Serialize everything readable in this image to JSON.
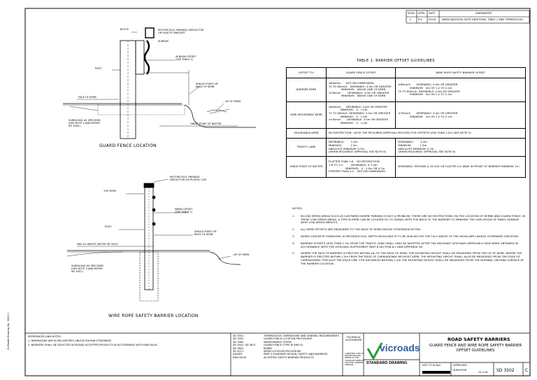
{
  "revision_table": {
    "headers": [
      "ISSUE",
      "APPD",
      "DATE",
      "AMENDMENT"
    ],
    "rows": [
      [
        "C",
        "R.E.",
        "05/16",
        "WRSB ADDITION, NOTE ADDITIONS, TABLE 1 AND TERMINOLOGY"
      ]
    ]
  },
  "gfl": {
    "caption": "GUARD FENCE LOCATION",
    "labels": {
      "block": "BLOCK",
      "mc_deflector": "MOTORCYCLE FRIENDLY DEFLECTOR\nOR PLASTIC BRACKET",
      "wbeam": "W-BEAM",
      "post": "POST",
      "wbeam_offset": "W-BEAM OFFSET\n(SEE TABLE 1)",
      "face_kerb": "FACE OF KERB",
      "single_point": "SINGLE POINT OR\nBACK OF KERB",
      "lip": "LIP OF KERB",
      "surfacing": "SURFACING AS SPECIFIED\n(SEE NOTE 3 AND REFER\nSD 3502)",
      "hinge": "HINGE POINT OF BATTER"
    }
  },
  "wrsb": {
    "caption": "WIRE ROPE SAFETY BARRIER LOCATION",
    "labels": {
      "mc_deflector": "MOTORCYCLE FRIENDLY\nDEFLECTOR OR PLASTIC CAP",
      "top_rope": "TOP ROPE",
      "wrsb_offset": "WRSB OFFSET\n(SEE TABLE 1)",
      "post": "POST",
      "single_point": "SINGLE POINT OR\nBACK OF KERB",
      "min_width": "MIN 1m WIDTH (REFER SD 3502)",
      "lip": "LIP OF KERB",
      "surfacing": "SURFACING AS SPECIFIED\n(SEE NOTE 3 AND REFER\nSD 3501)"
    }
  },
  "table1": {
    "title": "TABLE 1: BARRIER OFFSET GUIDELINES",
    "headers": [
      "OFFSET TO:",
      "GUARD FENCE OFFSET",
      "WIRE ROPE SAFETY BARRIER OFFSET"
    ],
    "rows": [
      [
        "BARRIER KERB",
        "≥60km/h      NOT RECOMMENDED\n70 TO 80km/h   DESIRABLE: 4.0m OR GREATER\n               MINIMUM:   ABOVE LINE OF KERB\n≤70km/h        DESIRABLE: 3.0m OR GREATER\n               MINIMUM:   ABOVE LINE OF KERB",
        "≥60km/h       DESIRABLE: 4.0m OR GREATER\n              MINIMUM:   0m OR 1.2 TO 2.2m\n70 TO 80km/h  DESIRABLE: 4.0m OR GREATER\n              MINIMUM:   0m OR 1.2 TO 2.2m"
      ],
      [
        "SEMI-MOUNTABLE KERB",
        "≥60km/h      DESIRABLE: 4.0m OR GREATER\n              MINIMUM:   0 - 1.0m\n70 TO 80km/h  DESIRABLE: 3.0m OR GREATER\n              MINIMUM:   0 - 1.0m\n≤70km/h       DESIRABLE: 3.0m OR GREATER\n              MINIMUM:   0 - 1.0m",
        "≤70km/h       DESIRABLE: 3.0m OR GREATER\n              MINIMUM:   0m OR 1.2 TO 2.2m"
      ],
      [
        "MOUNTABLE KERB",
        "NO RESTRICTION - NOTE THE REQUIRED APPROVAL PROCESS FOR OFFSETS LESS THAN 1.0m (SEE NOTE 5)",
        ""
      ],
      [
        "TRAFFIC LANE",
        "DESIRABLE:        2.4m\nMINIMUM:          1.5m\nABSOLUTE MINIMUM: 0.7m\n(WHEN REQUIRED: APPROVAL SEE NOTE 6)",
        "DESIRABLE:        2.4m\nMINIMUM:          1.5m\nABSOLUTE MINIMUM: 0.7m\n(WHEN REQUIRED: APPROVAL SEE NOTE 6)"
      ],
      [
        "HINGE POINT OF BATTER",
        "FLATTER THAN 1:6    NO RESTRICTION\n1:6 TO 1:4          DESIRABLE: ≥ 1.0m\n                    MINIMUM:   0 - 1.0m OR 0.7m\nSTEEPER THAN 1:4    NOT RECOMMENDED",
        "DESIRABLE: PROVIDE A 1V:10H OR FLATTER 2m WIDE IN FRONT OF BARRIER\nMINIMUM: 1m"
      ]
    ]
  },
  "notes": {
    "heading": "NOTES:",
    "items": [
      "IN LOW SPEED AREAS SUCH AS CAR PARKS WHERE PARKING IS NOT A PROBLEM, THERE ARE NO RESTRICTIONS ON THE LOCATION OF KERBS AND GUARD FENCE. IN THESE LOW SPEED AREAS, A TYPE W KERB CAN BE LOCATED SO TO SIGNAL WITH THE BACK OF THE BARRIER TO MINIMISE THE LIKELIHOOD OF PANEL DAMAGE WITH LOW SPEED IMPACTS.",
      "ALL KERB OFFSETS ARE MEASURED TO THE BACK OF KERB UNLESS OTHERWISE NOTED.",
      "WHEN CONCRETE SURFACING IS PROVIDED FULL DEPTH SHOULDER IS TO BE SEALED FOR THE FULL WIDTH OF THE SHOULDER UNLESS OTHERWISE SPECIFIED.",
      "BARRIER OFFSETS LESS THAN 1.2m FROM THE TRAFFIC LANE SHALL ONLY BE ADOPTED AFTER THE RELEVANT VICROADS APPROVALS HAVE BEEN OBTAINED IN ACCORDANCE WITH THE VICROADS SUPPLEMENT PART 6 SECTION 6.2 AND APPENDIX V6.",
      "WHERE THE FACE OF BARRIER IS ERECTED WITHIN 1m OF THE BACK OF KERB, THE MOUNTING HEIGHT SHALL BE MEASURED FROM THE LIP OF KERB. WHERE THE BARRIER IS ERECTED WITHIN 1.2m FROM THE EDGE OF CARRIAGEWAY WITHOUT KERB, THE MOUNTING HEIGHT SHALL ALSO BE MEASURED FROM THE EDGE OF CARRIAGEWAY. TYPICALLY THE EDGE LINE. FOR DISTANCES BEYOND 1.2m THE MOUNTING HEIGHT SHALL BE MEASURED FROM THE NOMINAL GROUND SURFACE AT THE BARRIER LOCATION."
    ]
  },
  "title_block": {
    "ref_heading": "REFERENCED AND NOTES:",
    "ref_notes": [
      "1. DIMENSIONS ARE IN MILLIMETRES UNLESS SHOWN OTHERWISE.",
      "2. BARRIERS SHALL BE SELECTED VICROADS ACCEPTED PRODUCTS IN ACCORDANCE WITH RDN 06-04."
    ],
    "standards": [
      [
        "SD 3501",
        "TERMINOLOGY, DIMENSIONS AND GENERAL REQUIREMENTS"
      ],
      [
        "SD 3502",
        "GUARD FENCE LOCATION PROCEDURE"
      ],
      [
        "SD 3581",
        "MAINTENANCE STRIPS"
      ],
      [
        "SD 3441, SD 3671",
        "GUARD FENCE (TYPE W AND G)"
      ],
      [
        "SD 3601",
        "KERBS"
      ],
      [
        "SD 4211",
        "WRSB LOCATION PROCEDURE"
      ],
      [
        "AS/NZS",
        "PART 4 ROADSIDE DESIGN, SAFETY AND BARRIERS"
      ],
      [
        "RDN 06-04",
        "ACCEPTED SAFETY BARRIER PRODUCTS"
      ]
    ],
    "technical_authoriser": "TECHNICAL\nAUTHORISER",
    "approval_text": "A PRINTED COPY IS\nUNCONTROLLED\nREFER TO THE\nVICROADS WEBSITE\nFOR THE CURRENT\nVERSION",
    "brand": "vicroads",
    "standard_drawing": "STANDARD DRAWING",
    "main_title": "ROAD SAFETY BARRIERS",
    "sub_title": "GUARD FENCE AND WIRE ROPE SAFETY BARRIER\nOFFSET GUIDELINES",
    "not_to_scale": "NOT TO SCALE",
    "approved_label": "APPROVED",
    "approved_value": "SURVEYOR",
    "date_value": "24.2.04",
    "sd_no": "SD 3502",
    "issue": "C"
  },
  "side_text": "VicRoads Drawing No. 3502 C"
}
